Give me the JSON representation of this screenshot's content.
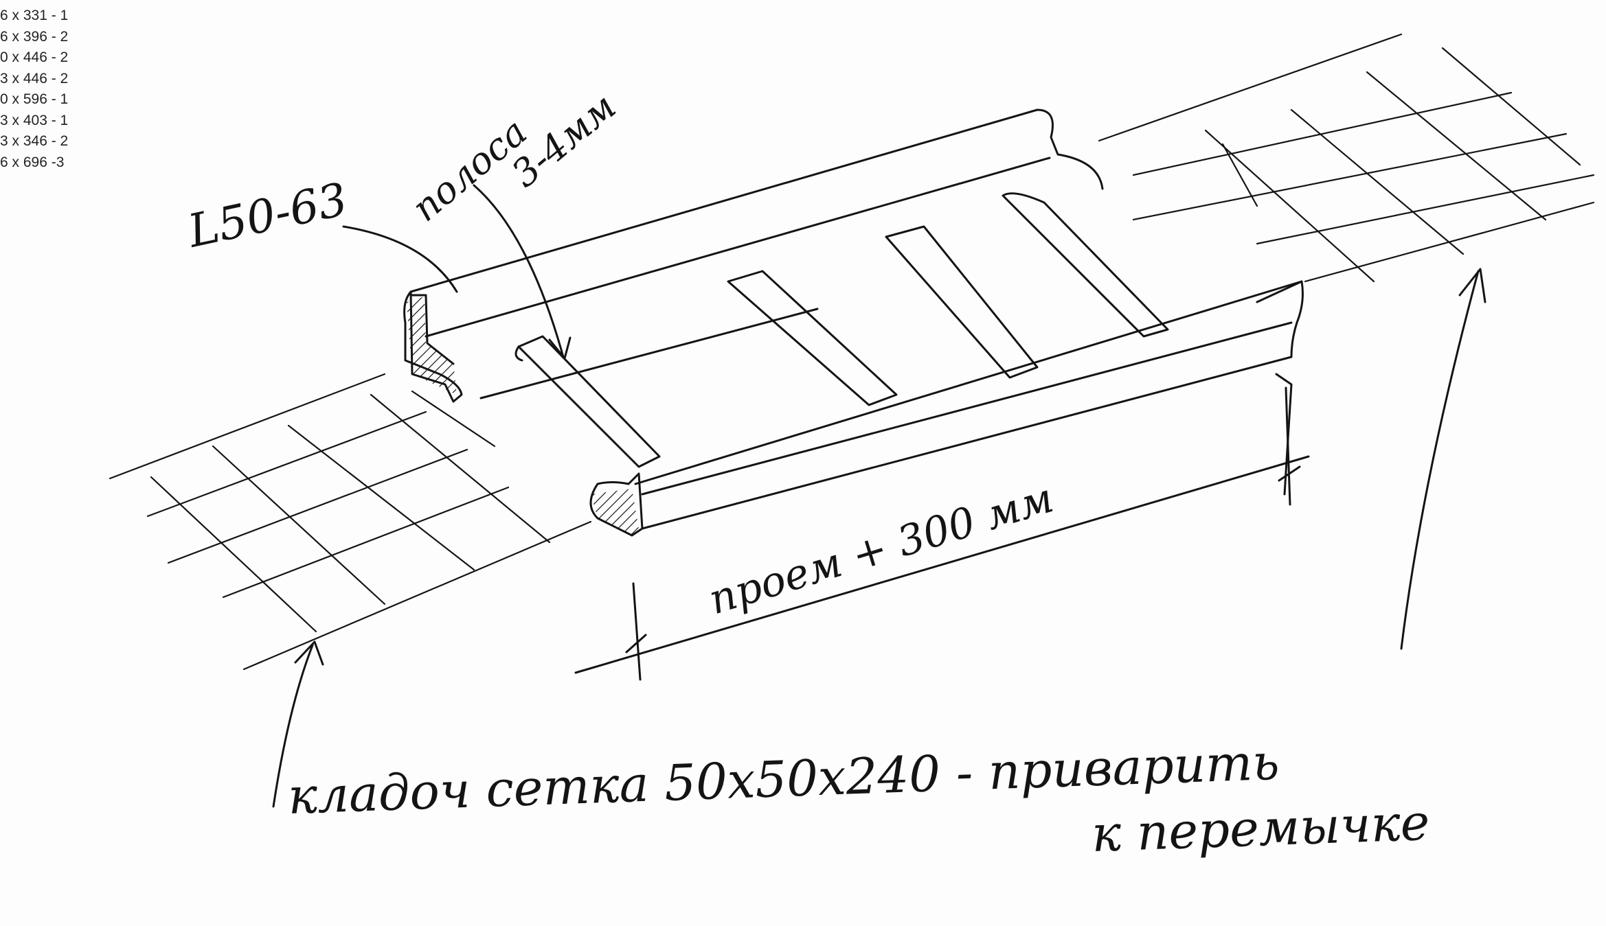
{
  "dimension_list": [
    "6 x 331 - 1",
    "6 x 396 - 2",
    "0 x 446 - 2",
    "3 x 446 - 2",
    "0 x 596 - 1",
    "3 x 403 - 1",
    "3 x 346 - 2",
    "6 x 696 -3"
  ],
  "labels": {
    "angle_profile": "L50-63",
    "strip_line1": "полоса",
    "strip_line2": "3-4мм",
    "span_dimension": "проем + 300 мм",
    "note_line1": "кладоч сетка 50x50x240 - приварить",
    "note_line2": "к перемычке"
  },
  "colors": {
    "ink": "#141414",
    "paper": "#fdfdfd"
  }
}
